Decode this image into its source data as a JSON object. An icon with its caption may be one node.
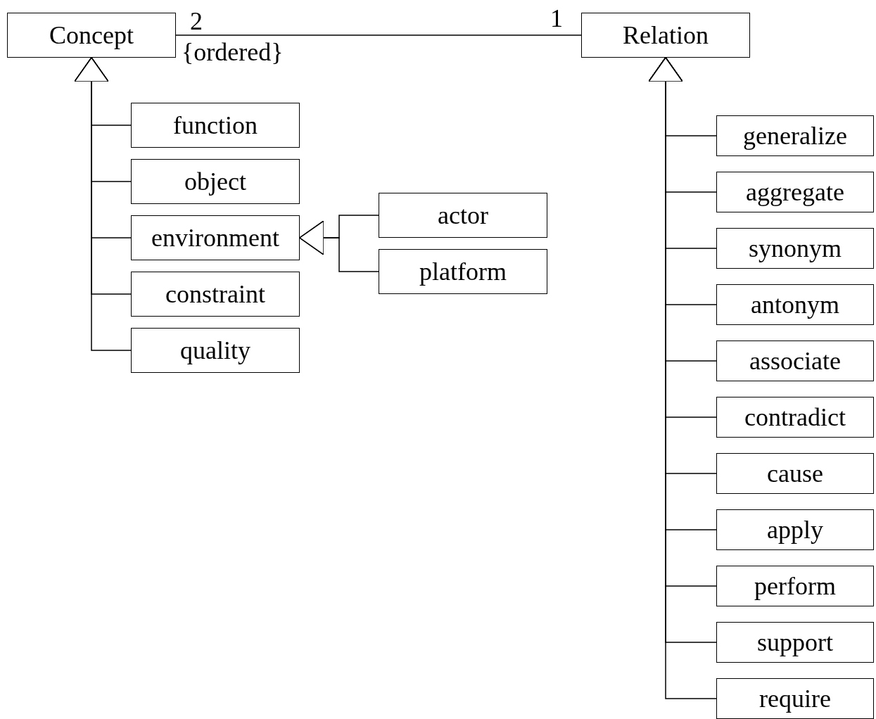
{
  "diagram": {
    "nodes": [
      {
        "text": [
          "Concept"
        ]
      },
      {
        "text": [
          "Relation"
        ]
      },
      {
        "text": [
          "function"
        ]
      },
      {
        "text": [
          "object"
        ]
      },
      {
        "text": [
          "environment"
        ]
      },
      {
        "text": [
          "actor"
        ]
      },
      {
        "text": [
          "platform"
        ]
      },
      {
        "text": [
          "constraint"
        ]
      },
      {
        "text": [
          "quality"
        ]
      },
      {
        "text": [
          "generalize"
        ]
      },
      {
        "text": [
          "aggregate"
        ]
      },
      {
        "text": [
          "synonym"
        ]
      },
      {
        "text": [
          "antonym"
        ]
      },
      {
        "text": [
          "associate"
        ]
      },
      {
        "text": [
          "contradict"
        ]
      },
      {
        "text": [
          "cause"
        ]
      },
      {
        "text": [
          "apply"
        ]
      },
      {
        "text": [
          "perform"
        ]
      },
      {
        "text": [
          "support"
        ]
      },
      {
        "text": [
          "require"
        ]
      }
    ],
    "edges": [
      {
        "from": 0,
        "to": 1,
        "arrow": "none"
      },
      {
        "from": 2,
        "to": 0,
        "arrow": "to"
      },
      {
        "from": 3,
        "to": 0,
        "arrow": "to"
      },
      {
        "from": 4,
        "to": 0,
        "arrow": "to"
      },
      {
        "from": 7,
        "to": 0,
        "arrow": "to"
      },
      {
        "from": 8,
        "to": 0,
        "arrow": "to"
      },
      {
        "from": 5,
        "to": 4,
        "arrow": "to"
      },
      {
        "from": 6,
        "to": 4,
        "arrow": "to"
      },
      {
        "from": 9,
        "to": 1,
        "arrow": "to"
      },
      {
        "from": 10,
        "to": 1,
        "arrow": "to"
      },
      {
        "from": 11,
        "to": 1,
        "arrow": "to"
      },
      {
        "from": 12,
        "to": 1,
        "arrow": "to"
      },
      {
        "from": 13,
        "to": 1,
        "arrow": "to"
      },
      {
        "from": 14,
        "to": 1,
        "arrow": "to"
      },
      {
        "from": 15,
        "to": 1,
        "arrow": "to"
      },
      {
        "from": 16,
        "to": 1,
        "arrow": "to"
      },
      {
        "from": 17,
        "to": 1,
        "arrow": "to"
      },
      {
        "from": 18,
        "to": 1,
        "arrow": "to"
      },
      {
        "from": 19,
        "to": 1,
        "arrow": "to"
      }
    ],
    "labels": [
      "2",
      "{ordered}",
      "1"
    ]
  }
}
